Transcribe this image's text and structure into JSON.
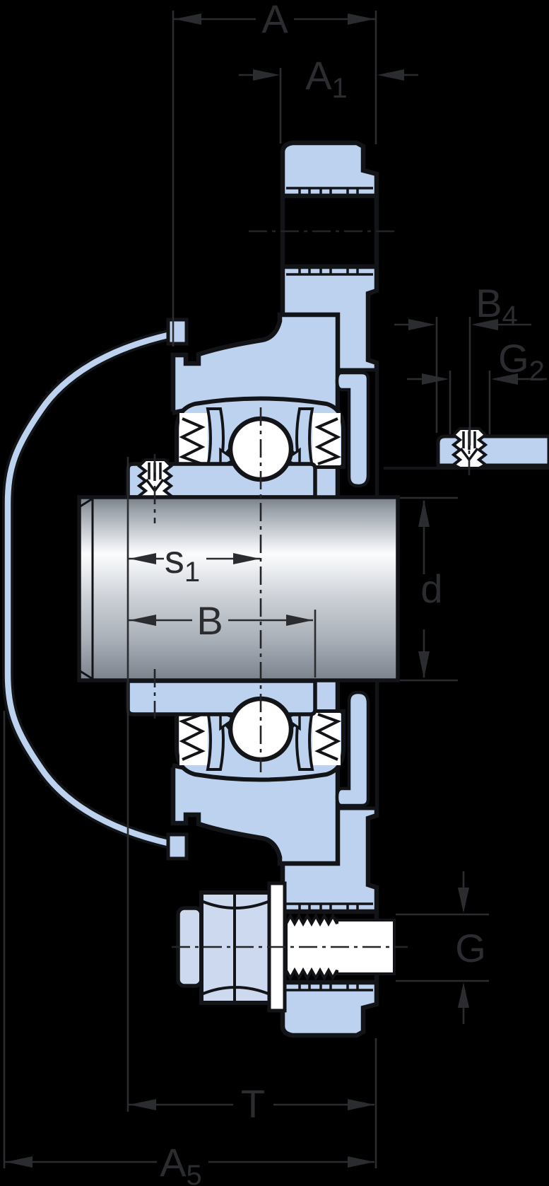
{
  "drawing": {
    "title": "Flanged Y-bearing unit cross-section dimension drawing",
    "colors": {
      "background": "#000000",
      "part_fill": "#bdd2ef",
      "outline": "#131418",
      "dimension_lines": "#2b2c2f",
      "centerline": "#232428",
      "white": "#ffffff",
      "shaft_highlight": "#fbfcfd",
      "shaft_shadow": "#7b828c"
    },
    "dimensions": {
      "a": {
        "main": "A",
        "sub": ""
      },
      "a1": {
        "main": "A",
        "sub": "1"
      },
      "b4": {
        "main": "B",
        "sub": "4"
      },
      "g2": {
        "main": "G",
        "sub": "2"
      },
      "s1": {
        "main": "s",
        "sub": "1"
      },
      "d": {
        "main": "d",
        "sub": ""
      },
      "b": {
        "main": "B",
        "sub": ""
      },
      "g": {
        "main": "G",
        "sub": ""
      },
      "t": {
        "main": "T",
        "sub": ""
      },
      "a5": {
        "main": "A",
        "sub": "5"
      }
    }
  }
}
